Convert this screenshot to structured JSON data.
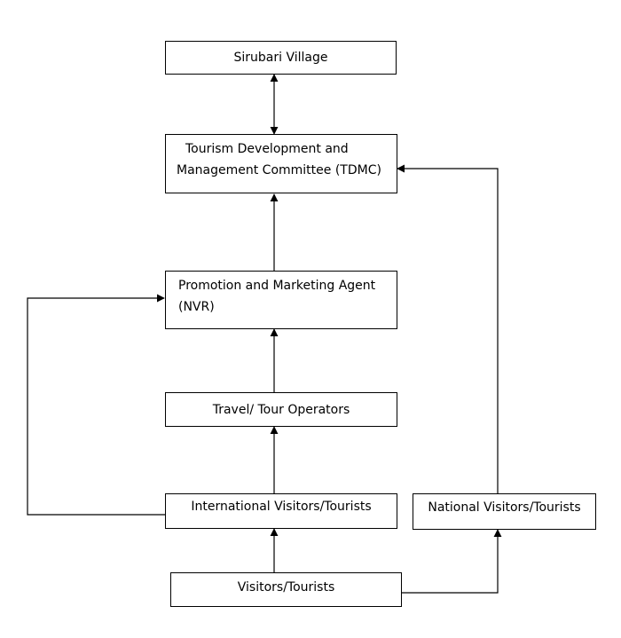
{
  "diagram": {
    "nodes": {
      "sirubari": "Sirubari Village",
      "tdmc": [
        "Tourism Development  and",
        "Management Committee (TDMC)"
      ],
      "promotion": [
        "Promotion and Marketing Agent",
        "(NVR)"
      ],
      "travel": "Travel/ Tour Operators",
      "international": "International Visitors/Tourists",
      "national": "National Visitors/Tourists",
      "visitors": "Visitors/Tourists"
    },
    "edges": [
      {
        "from": "sirubari",
        "to": "tdmc",
        "direction": "both"
      },
      {
        "from": "promotion",
        "to": "tdmc"
      },
      {
        "from": "travel",
        "to": "promotion"
      },
      {
        "from": "international",
        "to": "travel"
      },
      {
        "from": "international",
        "to": "promotion"
      },
      {
        "from": "national",
        "to": "tdmc"
      },
      {
        "from": "visitors",
        "to": "international"
      },
      {
        "from": "visitors",
        "to": "national"
      }
    ]
  }
}
